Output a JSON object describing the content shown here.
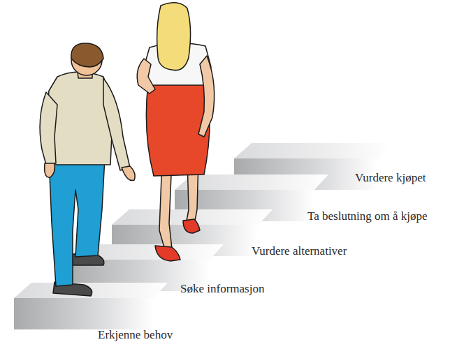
{
  "diagram": {
    "labels": [
      "Erkjenne behov",
      "Søke informasjon",
      "Vurdere alternativer",
      "Ta beslutning om å kjøpe",
      "Vurdere kjøpet"
    ]
  }
}
